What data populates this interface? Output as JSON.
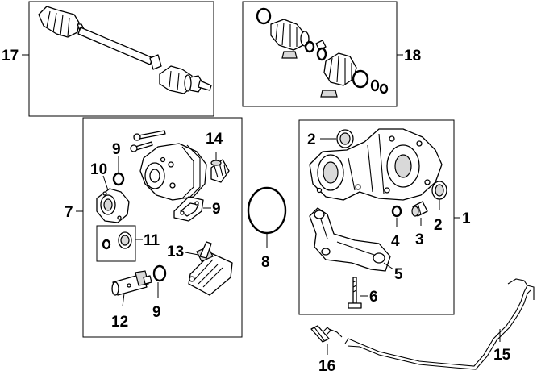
{
  "callouts": {
    "c1": "1",
    "c2a": "2",
    "c2b": "2",
    "c3": "3",
    "c4": "4",
    "c5": "5",
    "c6": "6",
    "c7": "7",
    "c8": "8",
    "c9a": "9",
    "c9b": "9",
    "c9c": "9",
    "c10": "10",
    "c11": "11",
    "c12": "12",
    "c13": "13",
    "c14": "14",
    "c15": "15",
    "c16": "16",
    "c17": "17",
    "c18": "18"
  }
}
